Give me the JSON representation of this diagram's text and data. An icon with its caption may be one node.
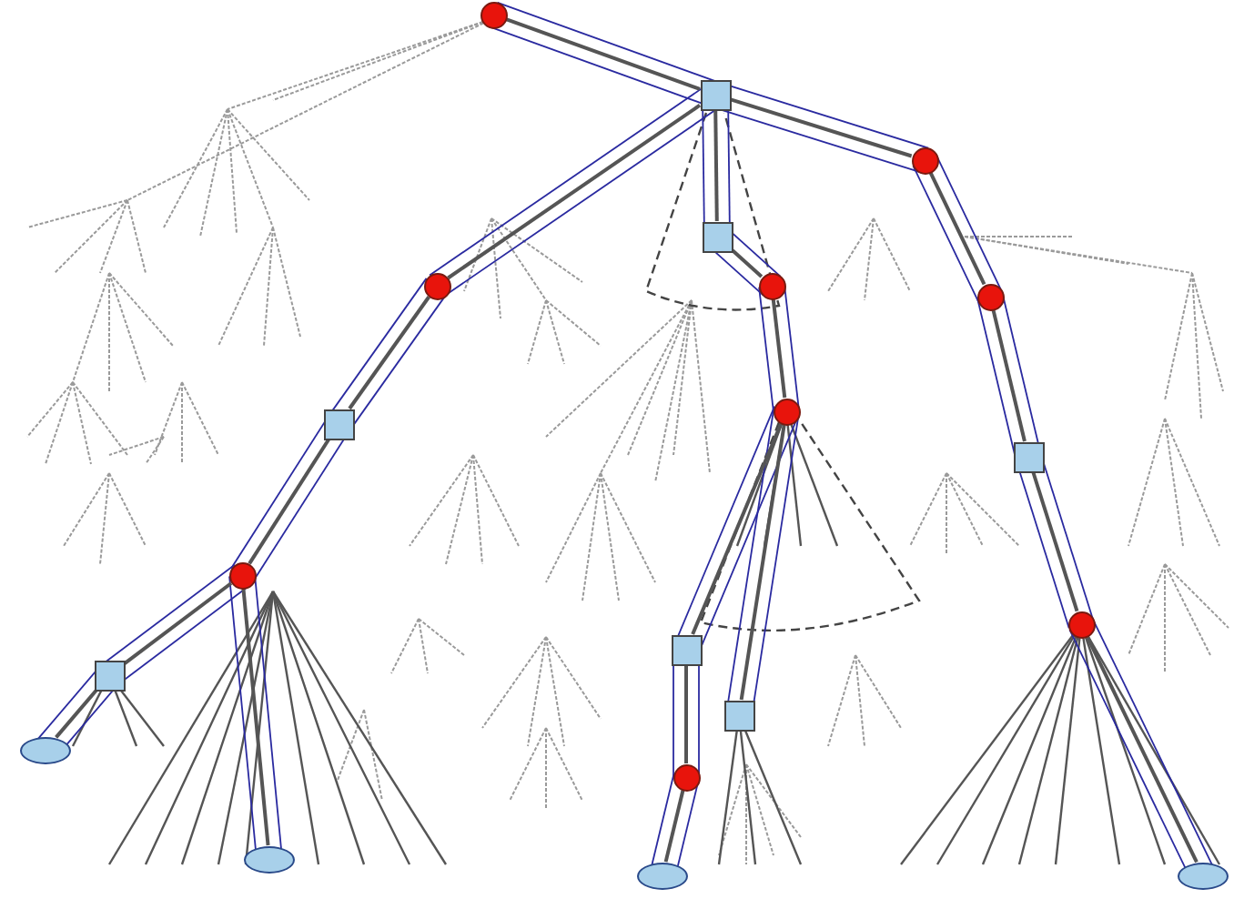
{
  "diagram": {
    "nodes": [
      {
        "text": [],
        "shape": "circle"
      },
      {
        "text": [],
        "shape": "box"
      },
      {
        "text": [],
        "shape": "circle"
      },
      {
        "text": [],
        "shape": "box"
      },
      {
        "text": [],
        "shape": "circle"
      },
      {
        "text": [],
        "shape": "circle"
      },
      {
        "text": [],
        "shape": "circle"
      },
      {
        "text": [],
        "shape": "box"
      },
      {
        "text": [],
        "shape": "circle"
      },
      {
        "text": [],
        "shape": "box"
      },
      {
        "text": [],
        "shape": "circle"
      },
      {
        "text": [],
        "shape": "circle"
      },
      {
        "text": [],
        "shape": "box"
      },
      {
        "text": [],
        "shape": "box"
      },
      {
        "text": [],
        "shape": "box"
      },
      {
        "text": [],
        "shape": "circle"
      },
      {
        "text": [],
        "shape": "ellipse"
      },
      {
        "text": [],
        "shape": "ellipse"
      },
      {
        "text": [],
        "shape": "ellipse"
      },
      {
        "text": [],
        "shape": "ellipse"
      }
    ],
    "edges": [
      {
        "from": 0,
        "to": 1,
        "arrow": "none"
      },
      {
        "from": 1,
        "to": 2,
        "arrow": "none"
      },
      {
        "from": 1,
        "to": 3,
        "arrow": "none"
      },
      {
        "from": 1,
        "to": 4,
        "arrow": "none"
      },
      {
        "from": 3,
        "to": 5,
        "arrow": "none"
      },
      {
        "from": 5,
        "to": 8,
        "arrow": "none"
      },
      {
        "from": 8,
        "to": 13,
        "arrow": "none"
      },
      {
        "from": 13,
        "to": 15,
        "arrow": "none"
      },
      {
        "from": 15,
        "to": 18,
        "arrow": "none"
      },
      {
        "from": 8,
        "to": 14,
        "arrow": "none"
      },
      {
        "from": 4,
        "to": 7,
        "arrow": "none"
      },
      {
        "from": 7,
        "to": 10,
        "arrow": "none"
      },
      {
        "from": 10,
        "to": 12,
        "arrow": "none"
      },
      {
        "from": 12,
        "to": 16,
        "arrow": "none"
      },
      {
        "from": 10,
        "to": 17,
        "arrow": "none"
      },
      {
        "from": 2,
        "to": 6,
        "arrow": "none"
      },
      {
        "from": 6,
        "to": 9,
        "arrow": "none"
      },
      {
        "from": 9,
        "to": 11,
        "arrow": "none"
      },
      {
        "from": 11,
        "to": 19,
        "arrow": "none"
      }
    ]
  }
}
